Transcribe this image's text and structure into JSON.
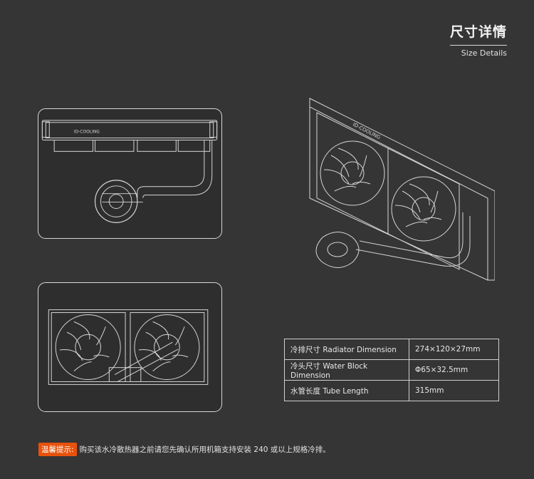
{
  "header": {
    "title_cn": "尺寸详情",
    "title_en": "Size Details"
  },
  "brand_mark": "ID-COOLING",
  "spec_table": [
    {
      "label": "冷排尺寸 Radiator Dimension",
      "value": "274×120×27mm"
    },
    {
      "label": "冷头尺寸 Water Block Dimension",
      "value": "Φ65×32.5mm"
    },
    {
      "label": "水管长度 Tube Length",
      "value": "315mm"
    }
  ],
  "tip": {
    "badge": "温馨提示:",
    "text": "购买该水冷散热器之前请您先确认所用机箱支持安装 240 或以上规格冷排。"
  },
  "colors": {
    "background": "#353535",
    "line": "#d8d8d8",
    "accent": "#e8520c"
  }
}
